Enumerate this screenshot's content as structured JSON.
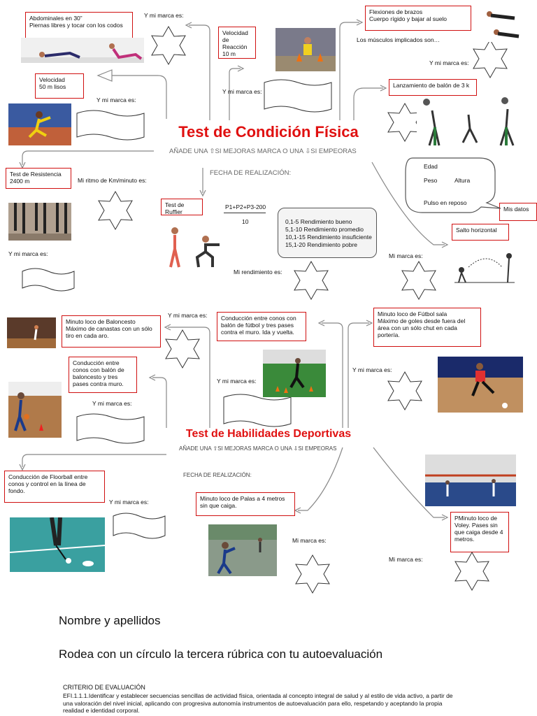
{
  "titles": {
    "condicion": "Test de Condición Física",
    "habilidades": "Test de Habilidades Deportivas"
  },
  "instructions": {
    "top_pre": "AÑADE UNA ",
    "top_mid": "SI MEJORAS MARCA O UNA ",
    "top_post": "SI EMPEORAS",
    "bottom_pre": "AÑADE UNA ",
    "bottom_mid": "SI MEJORAS MARCA O UNA ",
    "bottom_post": "SI EMPEORAS",
    "fecha_top": "FECHA DE REALIZACIÓN:",
    "fecha_bottom": "FECHA DE REALIZACIÓN:"
  },
  "tests_fisica": {
    "abdominales": "Abdominales en 30”\nPiernas libres y tocar con los codos",
    "velocidad_reaccion": "Velocidad  de\nReacción\n10 m",
    "flexiones": "Flexiones de brazos\nCuerpo rígido y bajar al suelo",
    "velocidad": "Velocidad\n50 m lisos",
    "lanzamiento": "Lanzamiento de balón de 3 k",
    "resistencia": "Test de Resistencia\n2400 m",
    "ruffier": "Test de Ruffier",
    "salto": "Salto horizontal",
    "mis_datos": "Mis datos"
  },
  "tests_habilidades": {
    "baloncesto_minuto": "Minuto loco de Baloncesto\nMáximo de canastas con un sólo\ntiro en cada aro.",
    "futbol_conduccion": "Conducción entre conos con\nbalón de fútbol y tres pases\ncontra el muro. Ida y vuelta.",
    "futbol_sala": "Minuto loco de Fútbol sala\nMáximo de goles desde fuera del\nárea con un sólo chut en cada\nportería.",
    "baloncesto_conduccion": "Conducción entre\nconos con balón de\nbaloncesto y tres\npases contra muro.",
    "floorball": "Conducción de Floorball  entre\nconos y control en la línea de\nfondo.",
    "palas": "Minuto loco de Palas a 4 metros\nsin que caiga.",
    "voley": "PMinuto loco de\nVoley. Pases sin\nque caiga desde 4\nmetros."
  },
  "labels": {
    "y_mi_marca": "Y mi marca es:",
    "mi_marca": "Mi marca es:",
    "musculos": "Los músculos implicados son…",
    "ritmo": "Mi ritmo de Km/minuto es:",
    "rendimiento": "Mi rendimiento es:"
  },
  "ruffier": {
    "numerator": "P1+P2+P3-200",
    "denominator": "10",
    "scale": [
      "0,1-5 Rendimiento bueno",
      "5,1-10 Rendimiento promedio",
      "10,1-15 Rendimiento insuficiente",
      "15,1-20 Rendimiento pobre"
    ]
  },
  "datos_bubble": {
    "edad": "Edad",
    "peso": "Peso",
    "altura": "Altura",
    "pulso": "Pulso  en reposo"
  },
  "footer": {
    "nombre": "Nombre y apellidos",
    "rodea": "Rodea con un círculo la tercera rúbrica con tu autoevaluación",
    "criterio_title": "CRITERIO DE EVALUACIÓN",
    "criterio_text": "EFI.1.1.1.Identificar y establecer secuencias sencillas de actividad física, orientada al concepto integral de salud y al estilo de vida activo, a partir de una valoración del nivel inicial, aplicando con progresiva autonomía instrumentos de autoevaluación para ello, respetando y aceptando la propia realidad e identidad corporal."
  },
  "colors": {
    "accent": "#e01010",
    "box_border": "#d01010",
    "arrow": "#888888"
  }
}
